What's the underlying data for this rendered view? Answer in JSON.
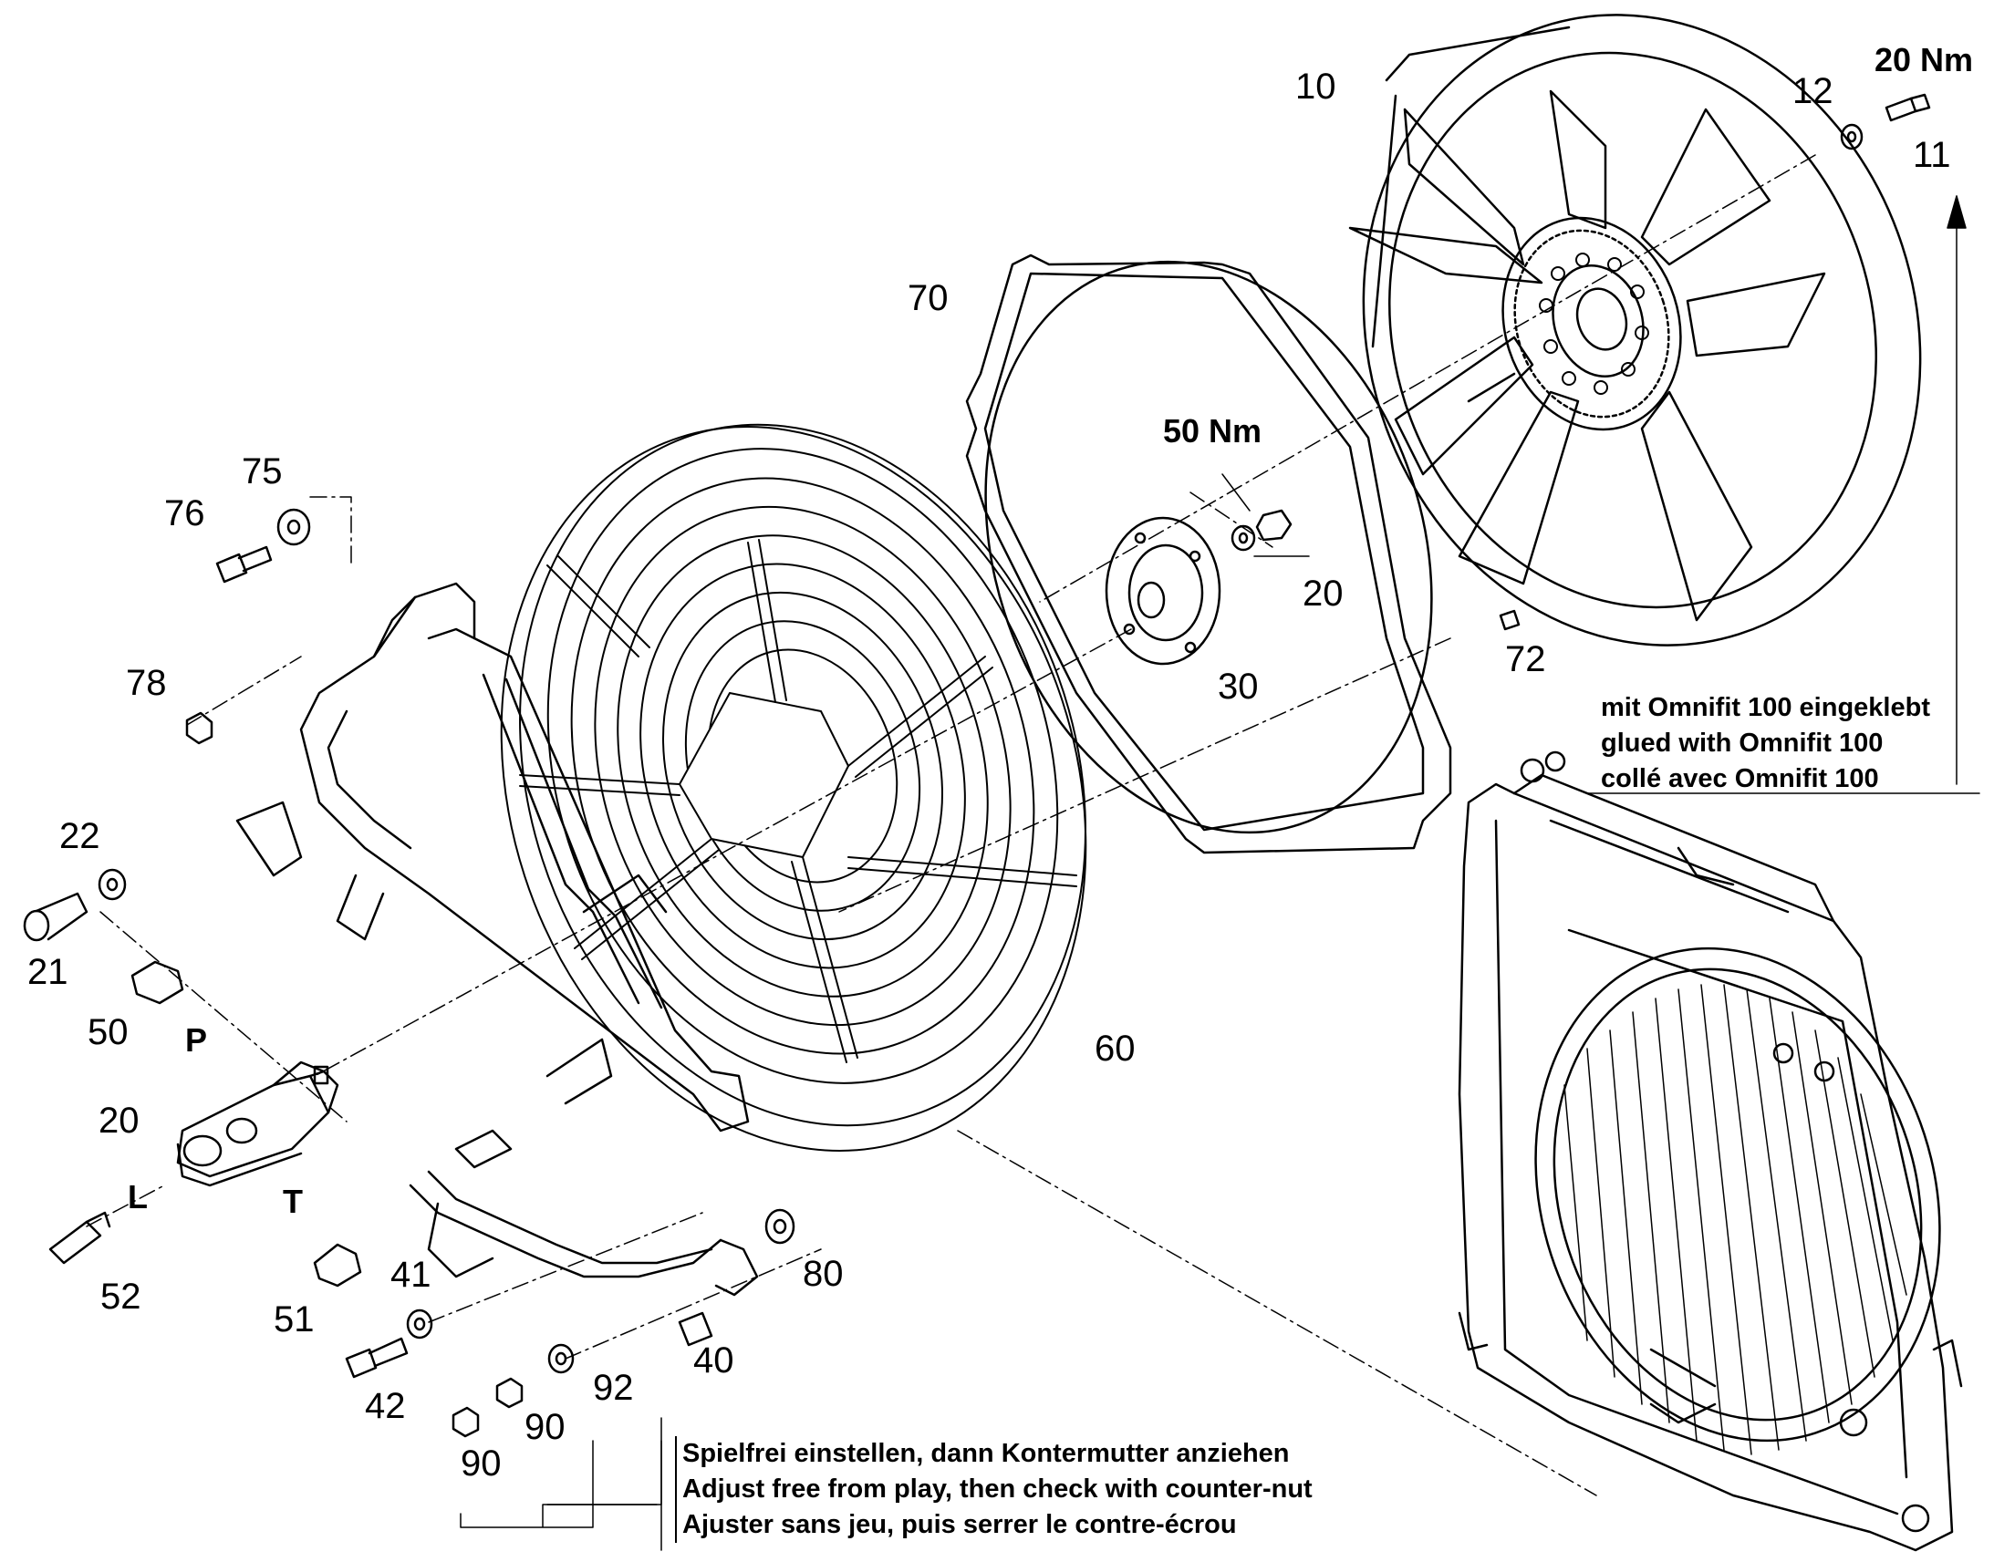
{
  "callouts": {
    "c10": "10",
    "c12": "12",
    "c11": "11",
    "torque_top": "20 Nm",
    "c70": "70",
    "torque_mid": "50 Nm",
    "c20_upper": "20",
    "c30": "30",
    "c72": "72",
    "c75": "75",
    "c76": "76",
    "c78": "78",
    "c22": "22",
    "c21": "21",
    "c50": "50",
    "port_p": "P",
    "c20_lower": "20",
    "port_l": "L",
    "port_t": "T",
    "c52": "52",
    "c51": "51",
    "c41": "41",
    "c42": "42",
    "c80": "80",
    "c40": "40",
    "c92": "92",
    "c90_a": "90",
    "c90_b": "90",
    "c60": "60"
  },
  "notes": {
    "glue": [
      "mit Omnifit 100 eingeklebt",
      "glued with Omnifit 100",
      "collé avec Omnifit 100"
    ],
    "adjust": [
      "Spielfrei einstellen, dann Kontermutter anziehen",
      "Adjust free from play, then check with counter-nut",
      "Ajuster sans jeu, puis serrer le contre-écrou"
    ]
  },
  "parts": [
    "fan-impeller",
    "fan-shroud-plate",
    "hub-flange",
    "wire-guard",
    "mounting-frame",
    "hydraulic-motor",
    "radiator-assembly",
    "bolt",
    "washer",
    "nut",
    "fitting"
  ]
}
